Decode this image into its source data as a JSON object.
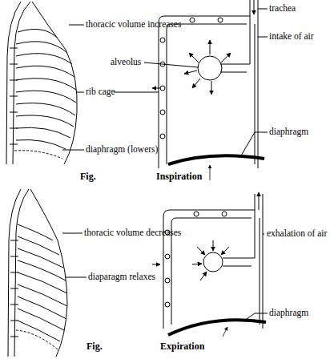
{
  "diagram": {
    "labels": [
      "thoracic volume increases",
      "alveolus",
      "rib cage",
      "diaphragm (lowers)",
      "trachea",
      "intake of air",
      "diaphragm",
      "Fig.",
      "Inspiration",
      "thoracic volume decreases",
      "diaparagm relaxes",
      "exhalation of air",
      "diaphragm",
      "Fig.",
      "Expiration"
    ]
  }
}
